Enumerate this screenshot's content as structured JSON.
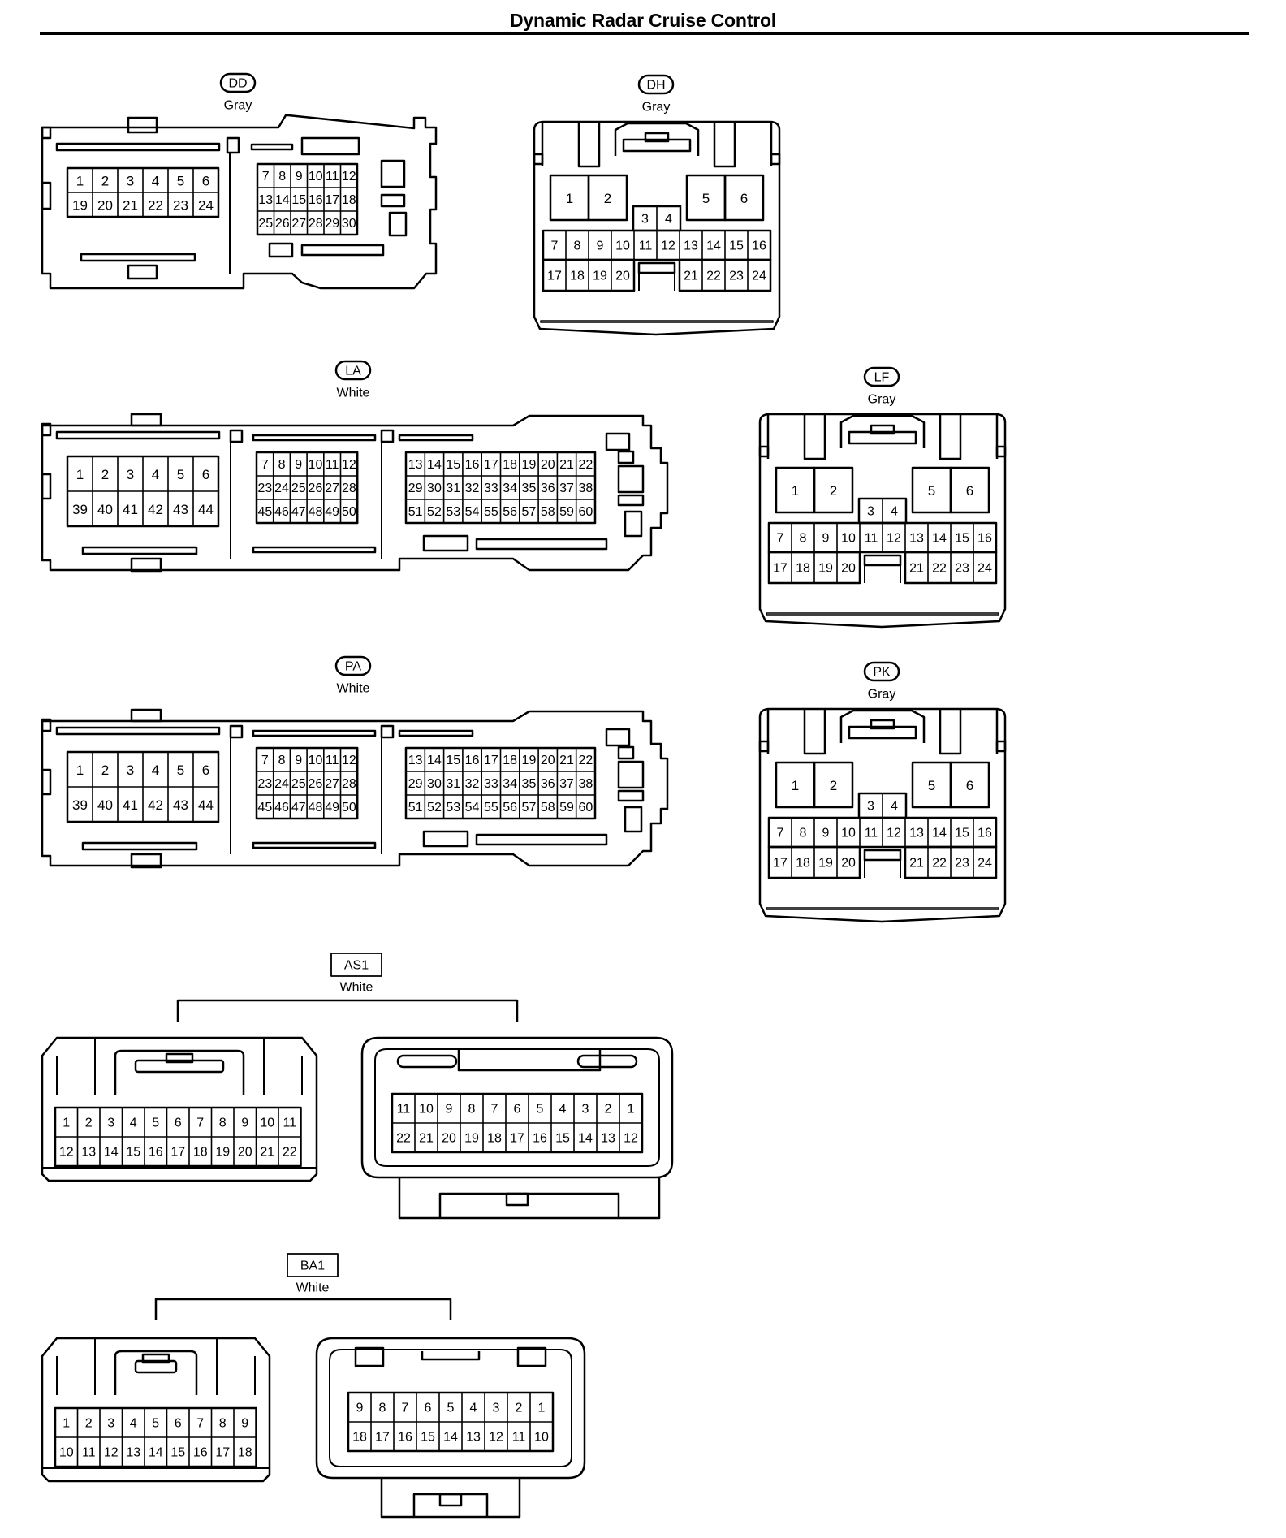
{
  "page": {
    "title": "Dynamic Radar Cruise Control"
  },
  "connectors": [
    {
      "id": "DD",
      "code": "DD",
      "color": "Gray",
      "label_style": "oval",
      "blocks": [
        {
          "rows": [
            [
              "1",
              "2",
              "3",
              "4",
              "5",
              "6"
            ],
            [
              "19",
              "20",
              "21",
              "22",
              "23",
              "24"
            ]
          ]
        },
        {
          "rows": [
            [
              "7",
              "8",
              "9",
              "10",
              "11",
              "12"
            ],
            [
              "13",
              "14",
              "15",
              "16",
              "17",
              "18"
            ],
            [
              "25",
              "26",
              "27",
              "28",
              "29",
              "30"
            ]
          ]
        }
      ]
    },
    {
      "id": "DH",
      "code": "DH",
      "color": "Gray",
      "label_style": "oval",
      "cavities": [
        "1",
        "2",
        "3",
        "4",
        "5",
        "6",
        "7",
        "8",
        "9",
        "10",
        "11",
        "12",
        "13",
        "14",
        "15",
        "16",
        "17",
        "18",
        "19",
        "20",
        "21",
        "22",
        "23",
        "24"
      ]
    },
    {
      "id": "LA",
      "code": "LA",
      "color": "White",
      "label_style": "oval",
      "blocks": [
        {
          "rows": [
            [
              "1",
              "2",
              "3",
              "4",
              "5",
              "6"
            ],
            [
              "39",
              "40",
              "41",
              "42",
              "43",
              "44"
            ]
          ]
        },
        {
          "rows": [
            [
              "7",
              "8",
              "9",
              "10",
              "11",
              "12"
            ],
            [
              "23",
              "24",
              "25",
              "26",
              "27",
              "28"
            ],
            [
              "45",
              "46",
              "47",
              "48",
              "49",
              "50"
            ]
          ]
        },
        {
          "rows": [
            [
              "13",
              "14",
              "15",
              "16",
              "17",
              "18",
              "19",
              "20",
              "21",
              "22"
            ],
            [
              "29",
              "30",
              "31",
              "32",
              "33",
              "34",
              "35",
              "36",
              "37",
              "38"
            ],
            [
              "51",
              "52",
              "53",
              "54",
              "55",
              "56",
              "57",
              "58",
              "59",
              "60"
            ]
          ]
        }
      ]
    },
    {
      "id": "LF",
      "code": "LF",
      "color": "Gray",
      "label_style": "oval",
      "cavities": [
        "1",
        "2",
        "3",
        "4",
        "5",
        "6",
        "7",
        "8",
        "9",
        "10",
        "11",
        "12",
        "13",
        "14",
        "15",
        "16",
        "17",
        "18",
        "19",
        "20",
        "21",
        "22",
        "23",
        "24"
      ]
    },
    {
      "id": "PA",
      "code": "PA",
      "color": "White",
      "label_style": "oval",
      "blocks": [
        {
          "rows": [
            [
              "1",
              "2",
              "3",
              "4",
              "5",
              "6"
            ],
            [
              "39",
              "40",
              "41",
              "42",
              "43",
              "44"
            ]
          ]
        },
        {
          "rows": [
            [
              "7",
              "8",
              "9",
              "10",
              "11",
              "12"
            ],
            [
              "23",
              "24",
              "25",
              "26",
              "27",
              "28"
            ],
            [
              "45",
              "46",
              "47",
              "48",
              "49",
              "50"
            ]
          ]
        },
        {
          "rows": [
            [
              "13",
              "14",
              "15",
              "16",
              "17",
              "18",
              "19",
              "20",
              "21",
              "22"
            ],
            [
              "29",
              "30",
              "31",
              "32",
              "33",
              "34",
              "35",
              "36",
              "37",
              "38"
            ],
            [
              "51",
              "52",
              "53",
              "54",
              "55",
              "56",
              "57",
              "58",
              "59",
              "60"
            ]
          ]
        }
      ]
    },
    {
      "id": "PK",
      "code": "PK",
      "color": "Gray",
      "label_style": "oval",
      "cavities": [
        "1",
        "2",
        "3",
        "4",
        "5",
        "6",
        "7",
        "8",
        "9",
        "10",
        "11",
        "12",
        "13",
        "14",
        "15",
        "16",
        "17",
        "18",
        "19",
        "20",
        "21",
        "22",
        "23",
        "24"
      ]
    },
    {
      "id": "AS1",
      "code": "AS1",
      "color": "White",
      "label_style": "box",
      "female": {
        "rows": [
          [
            "1",
            "2",
            "3",
            "4",
            "5",
            "6",
            "7",
            "8",
            "9",
            "10",
            "11"
          ],
          [
            "12",
            "13",
            "14",
            "15",
            "16",
            "17",
            "18",
            "19",
            "20",
            "21",
            "22"
          ]
        ]
      },
      "male": {
        "rows": [
          [
            "11",
            "10",
            "9",
            "8",
            "7",
            "6",
            "5",
            "4",
            "3",
            "2",
            "1"
          ],
          [
            "22",
            "21",
            "20",
            "19",
            "18",
            "17",
            "16",
            "15",
            "14",
            "13",
            "12"
          ]
        ]
      }
    },
    {
      "id": "BA1",
      "code": "BA1",
      "color": "White",
      "label_style": "box",
      "female": {
        "rows": [
          [
            "1",
            "2",
            "3",
            "4",
            "5",
            "6",
            "7",
            "8",
            "9"
          ],
          [
            "10",
            "11",
            "12",
            "13",
            "14",
            "15",
            "16",
            "17",
            "18"
          ]
        ]
      },
      "male": {
        "rows": [
          [
            "9",
            "8",
            "7",
            "6",
            "5",
            "4",
            "3",
            "2",
            "1"
          ],
          [
            "18",
            "17",
            "16",
            "15",
            "14",
            "13",
            "12",
            "11",
            "10"
          ]
        ]
      }
    }
  ]
}
